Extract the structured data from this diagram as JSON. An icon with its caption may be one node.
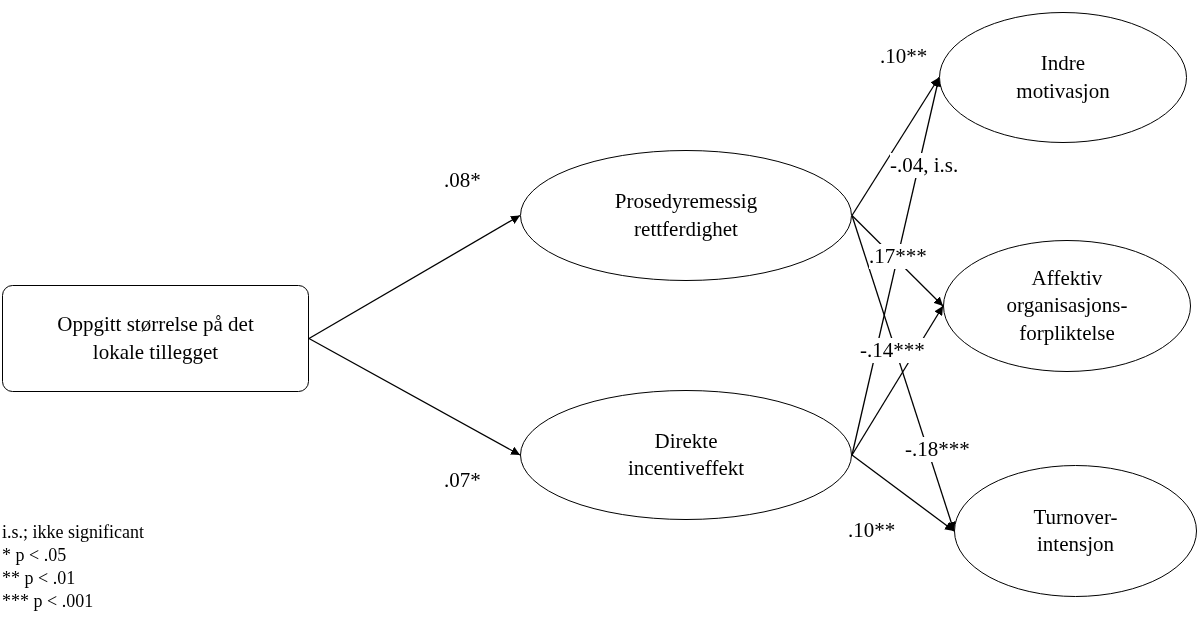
{
  "diagram": {
    "nodes": [
      {
        "text": [
          "Oppgitt størrelse på det lokale tillegget"
        ]
      },
      {
        "text": [
          "Prosedyremessig rettferdighet"
        ]
      },
      {
        "text": [
          "Direkte incentiveffekt"
        ]
      },
      {
        "text": [
          "Indre motivasjon"
        ]
      },
      {
        "text": [
          "Affektiv organisasjons-forpliktelse"
        ]
      },
      {
        "text": [
          "Turnover-intensjon"
        ]
      }
    ],
    "edges": [
      {
        "from": 0,
        "to": 1,
        "arrow": "to",
        "label": ".08*"
      },
      {
        "from": 0,
        "to": 2,
        "arrow": "to",
        "label": ".07*"
      },
      {
        "from": 1,
        "to": 3,
        "arrow": "to",
        "label": ".10**"
      },
      {
        "from": 1,
        "to": 4,
        "arrow": "to",
        "label": ".17***"
      },
      {
        "from": 1,
        "to": 5,
        "arrow": "to",
        "label": "-.18***"
      },
      {
        "from": 2,
        "to": 3,
        "arrow": "to",
        "label": "-.04, i.s."
      },
      {
        "from": 2,
        "to": 4,
        "arrow": "to",
        "label": "-.14***"
      },
      {
        "from": 2,
        "to": 5,
        "arrow": "to",
        "label": ".10**"
      }
    ],
    "labels": [
      "i.s.; ikke significant",
      "* p < .05",
      "** p < .01",
      "*** p < .001"
    ]
  }
}
